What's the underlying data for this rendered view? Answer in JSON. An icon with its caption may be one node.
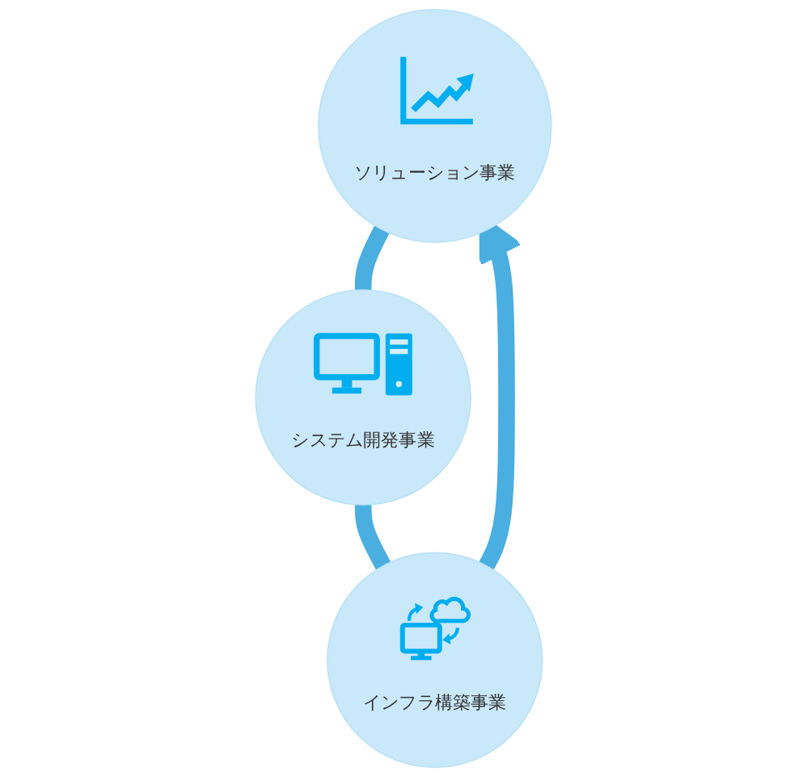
{
  "diagram": {
    "nodes": [
      {
        "text": [
          "ソリューション事業"
        ]
      },
      {
        "text": [
          "インフラ構築事業"
        ]
      },
      {
        "text": [
          "システム開発事業"
        ]
      }
    ],
    "edges": [
      {
        "from": 1,
        "to": 0,
        "arrow": "to"
      },
      {
        "from": 0,
        "to": 2,
        "arrow": "none"
      },
      {
        "from": 2,
        "to": 1,
        "arrow": "none"
      }
    ]
  }
}
